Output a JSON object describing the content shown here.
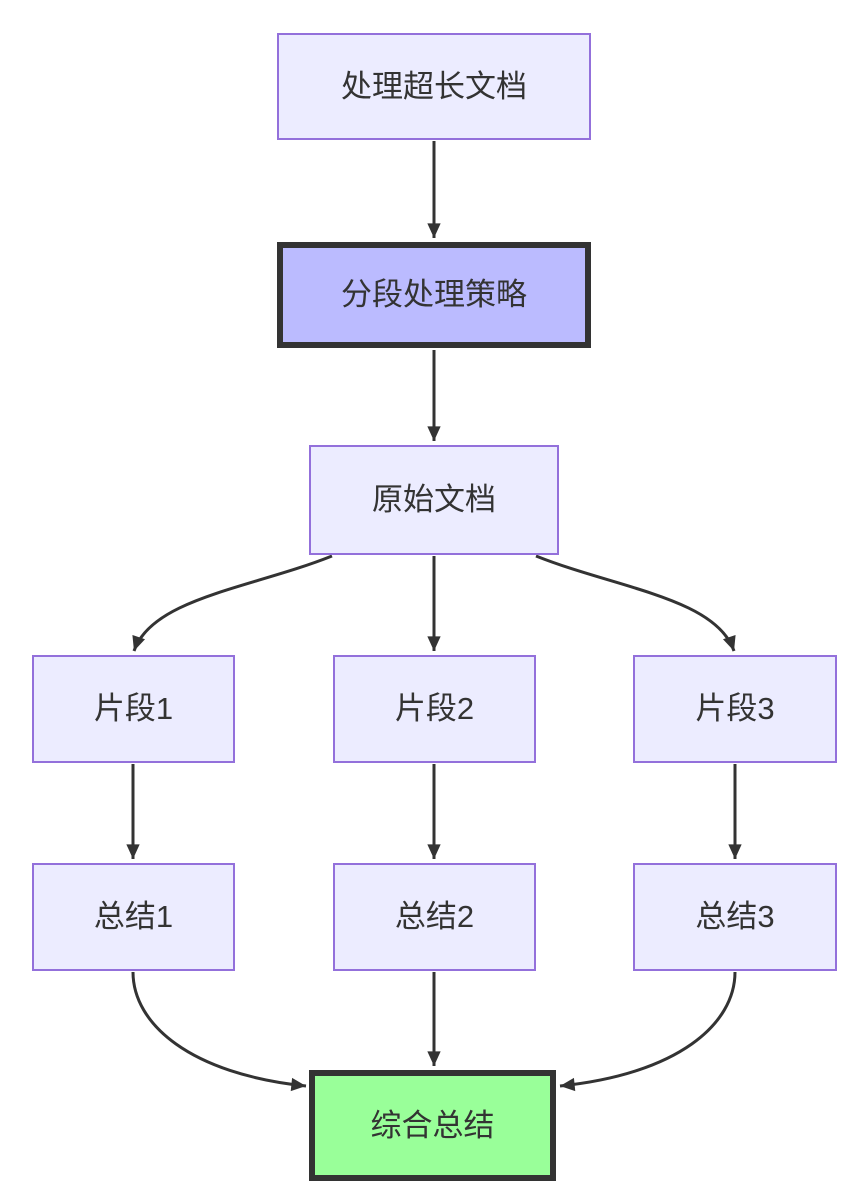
{
  "diagram": {
    "type": "flowchart",
    "direction": "top-down",
    "nodes": {
      "root": {
        "label": "处理超长文档",
        "style": "default"
      },
      "strategy": {
        "label": "分段处理策略",
        "style": "highlight"
      },
      "original": {
        "label": "原始文档",
        "style": "default"
      },
      "seg1": {
        "label": "片段1",
        "style": "default"
      },
      "seg2": {
        "label": "片段2",
        "style": "default"
      },
      "seg3": {
        "label": "片段3",
        "style": "default"
      },
      "sum1": {
        "label": "总结1",
        "style": "default"
      },
      "sum2": {
        "label": "总结2",
        "style": "default"
      },
      "sum3": {
        "label": "总结3",
        "style": "default"
      },
      "final": {
        "label": "综合总结",
        "style": "success"
      }
    },
    "edges": [
      {
        "from": "root",
        "to": "strategy"
      },
      {
        "from": "strategy",
        "to": "original"
      },
      {
        "from": "original",
        "to": "seg1"
      },
      {
        "from": "original",
        "to": "seg2"
      },
      {
        "from": "original",
        "to": "seg3"
      },
      {
        "from": "seg1",
        "to": "sum1"
      },
      {
        "from": "seg2",
        "to": "sum2"
      },
      {
        "from": "seg3",
        "to": "sum3"
      },
      {
        "from": "sum1",
        "to": "final"
      },
      {
        "from": "sum2",
        "to": "final"
      },
      {
        "from": "sum3",
        "to": "final"
      }
    ],
    "colors": {
      "background": "#FFFFFF",
      "node_fill": "#ECECFF",
      "node_border": "#9370DB",
      "highlight_fill": "#BBBBFF",
      "highlight_border": "#333333",
      "success_fill": "#99FF99",
      "success_border": "#333333",
      "edge": "#333333",
      "text": "#333333"
    }
  }
}
